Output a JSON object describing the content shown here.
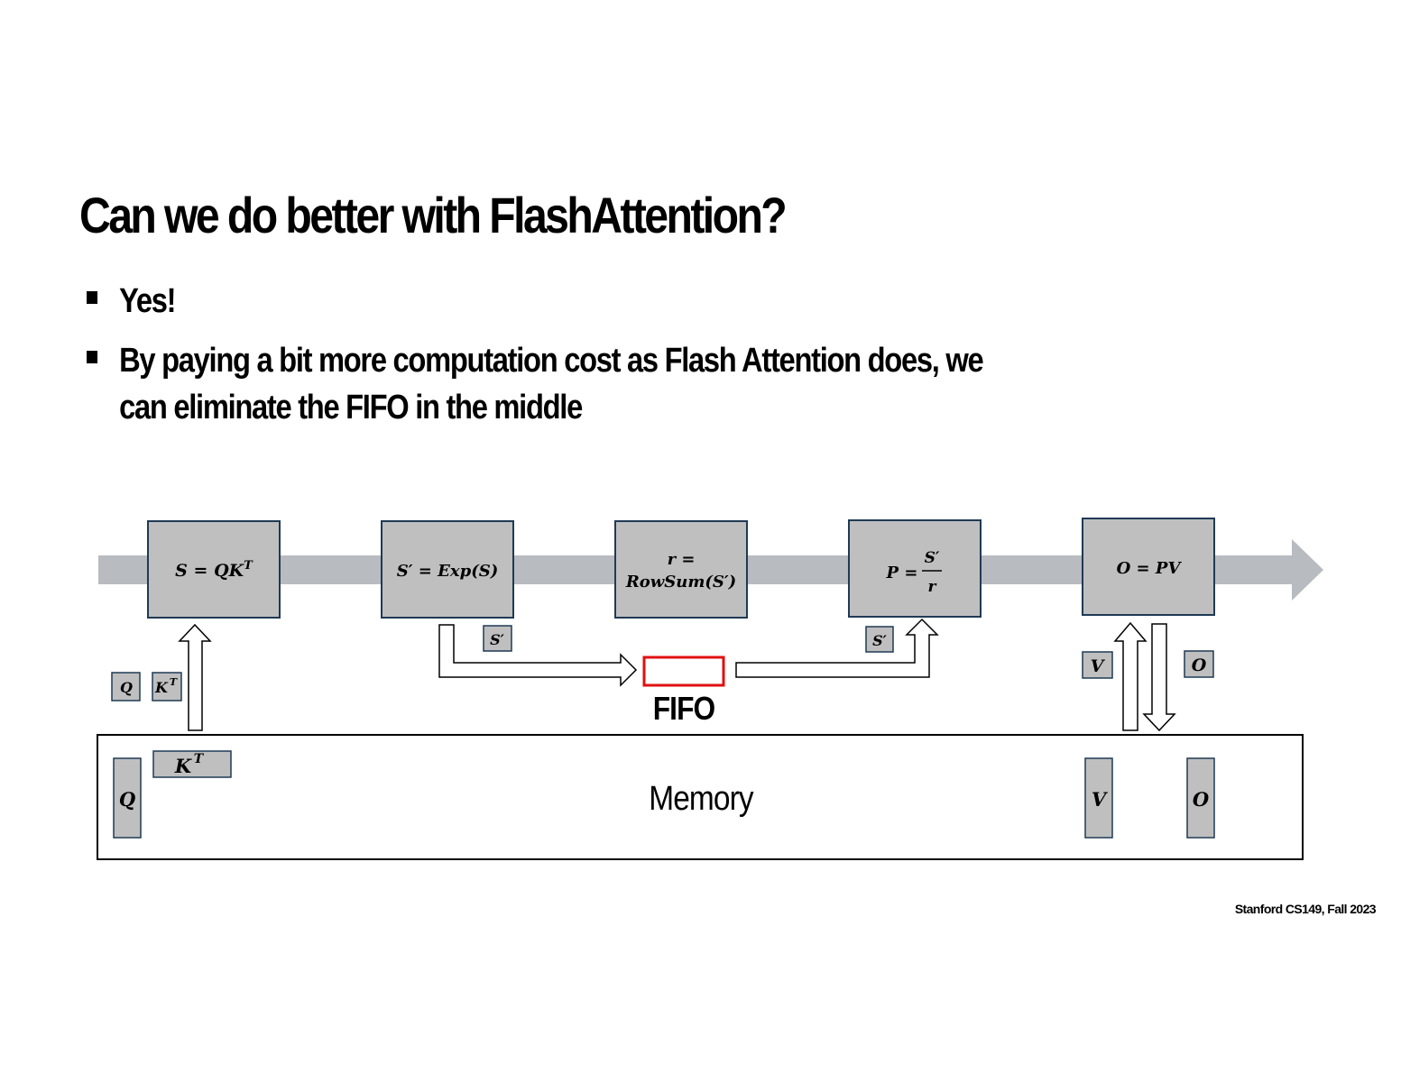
{
  "title": "Can we do better with FlashAttention?",
  "bullets": [
    "Yes!",
    "By paying a bit more computation cost as Flash Attention does, we can eliminate the FIFO in the middle"
  ],
  "footer": "Stanford CS149, Fall 2023",
  "pipeline": {
    "stage1": {
      "lhs": "S",
      "eq": "=",
      "rhs": "QK",
      "sup": "T"
    },
    "stage2": {
      "lhs": "S′",
      "eq": "=",
      "rhs": "Exp(S)"
    },
    "stage3": {
      "line1": "r =",
      "line2": "RowSum(S′)"
    },
    "stage4": {
      "lhs": "P =",
      "num": "S′",
      "den": "r"
    },
    "stage5": {
      "lhs": "O",
      "eq": "=",
      "rhs": "PV"
    }
  },
  "tiles": {
    "s_prime_1": "S′",
    "s_prime_2": "S′",
    "q": "Q",
    "kt": "K",
    "kt_sup": "T",
    "v": "V",
    "o": "O"
  },
  "fifo_label": "FIFO",
  "memory": {
    "label": "Memory",
    "q": "Q",
    "kt": "K",
    "kt_sup": "T",
    "v": "V",
    "o": "O"
  },
  "colors": {
    "band": "#b8bbc0",
    "box_fill": "#bfbfbf",
    "box_stroke": "#1f3a55",
    "fifo": "#e01010"
  }
}
